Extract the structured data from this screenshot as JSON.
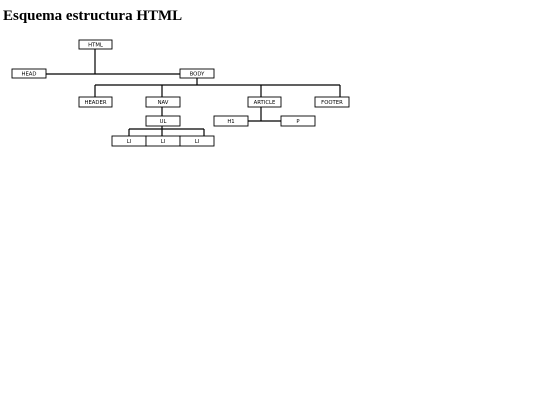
{
  "title": "Esquema estructura HTML",
  "nodes": {
    "html": "HTML",
    "head": "HEAD",
    "body": "BODY",
    "header": "HEADER",
    "nav": "NAV",
    "article": "ARTICLE",
    "footer": "FOOTER",
    "ul": "UL",
    "h1": "H1",
    "p": "P",
    "li_1": "LI",
    "li_2": "LI",
    "li_3": "LI"
  }
}
